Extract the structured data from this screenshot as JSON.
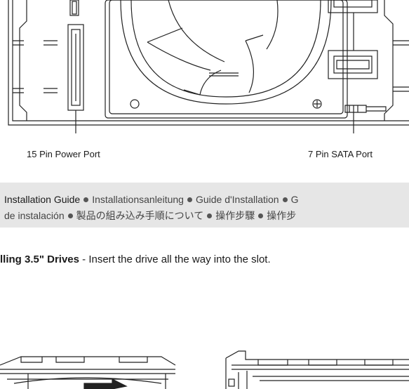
{
  "ports": {
    "power_label": "15 Pin Power Port",
    "sata_label": "7 Pin SATA Port"
  },
  "guide_band": {
    "title": "Installation Guide",
    "items_line1": [
      "Installationsanleitung",
      "Guide d'Installation",
      "G"
    ],
    "items_line2_first": "de instalación",
    "items_line2": [
      "製品の組み込み手順について",
      "操作步驟",
      "操作步"
    ]
  },
  "step": {
    "title": "lling 3.5\" Drives",
    "text": " - Insert the drive all the way into the slot."
  },
  "icons": [
    "fan-icon",
    "sata-connector-icon",
    "power-connector-icon",
    "drive-bay-icon"
  ]
}
